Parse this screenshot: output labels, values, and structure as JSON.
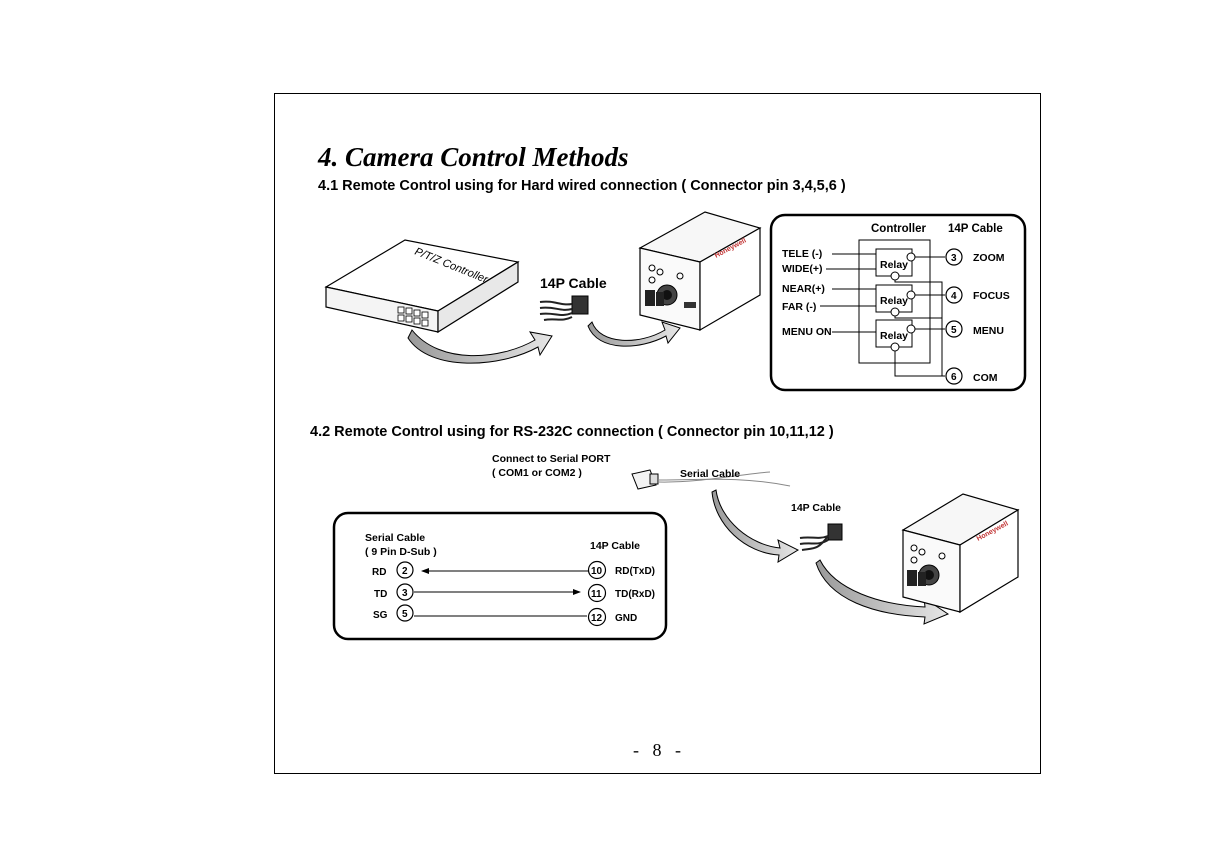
{
  "title": "4. Camera Control Methods",
  "section1": {
    "heading": "4.1 Remote Control using for Hard wired connection ( Connector pin 3,4,5,6  )",
    "controller_box_label": "P/T/Z Controller",
    "cable_label": "14P Cable",
    "camera_brand": "Honeywell",
    "diagram": {
      "header_controller": "Controller",
      "header_cable": "14P Cable",
      "inputs": [
        "TELE (-)",
        "WIDE(+)",
        "NEAR(+)",
        "FAR (-)",
        "MENU ON"
      ],
      "relay_label": "Relay",
      "pins": [
        {
          "num": "3",
          "label": "ZOOM"
        },
        {
          "num": "4",
          "label": "FOCUS"
        },
        {
          "num": "5",
          "label": "MENU"
        },
        {
          "num": "6",
          "label": "COM"
        }
      ]
    }
  },
  "section2": {
    "heading": "4.2 Remote Control using for RS-232C connection ( Connector pin 10,11,12  )",
    "serial_port_line1": "Connect to Serial PORT",
    "serial_port_line2": "( COM1 or COM2 )",
    "serial_cable_label": "Serial Cable",
    "cable_label": "14P Cable",
    "camera_brand": "Honeywell",
    "table": {
      "left_header1": "Serial Cable",
      "left_header2": "( 9 Pin D-Sub )",
      "right_header": "14P Cable",
      "rows": [
        {
          "left_sig": "RD",
          "left_pin": "2",
          "right_pin": "10",
          "right_sig": "RD(TxD)"
        },
        {
          "left_sig": "TD",
          "left_pin": "3",
          "right_pin": "11",
          "right_sig": "TD(RxD)"
        },
        {
          "left_sig": "SG",
          "left_pin": "5",
          "right_pin": "12",
          "right_sig": "GND"
        }
      ]
    }
  },
  "footer": "-   8   -"
}
